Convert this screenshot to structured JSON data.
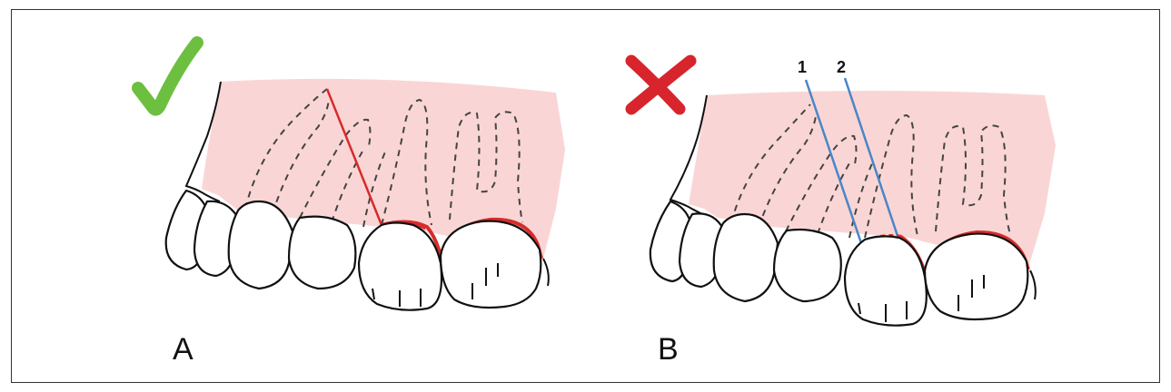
{
  "panels": [
    {
      "label": "A",
      "verdict": "correct",
      "verdict_icon": "checkmark-icon",
      "verdict_color": "#6cbf3f"
    },
    {
      "label": "B",
      "verdict": "incorrect",
      "verdict_icon": "cross-icon",
      "verdict_color": "#d8242c"
    }
  ],
  "line_labels": [
    "1",
    "2"
  ],
  "colors": {
    "gum": "#f9d6d5",
    "red_line": "#d92a2a",
    "blue_line": "#4a86c8",
    "outline": "#111111",
    "dash": "#444444"
  }
}
